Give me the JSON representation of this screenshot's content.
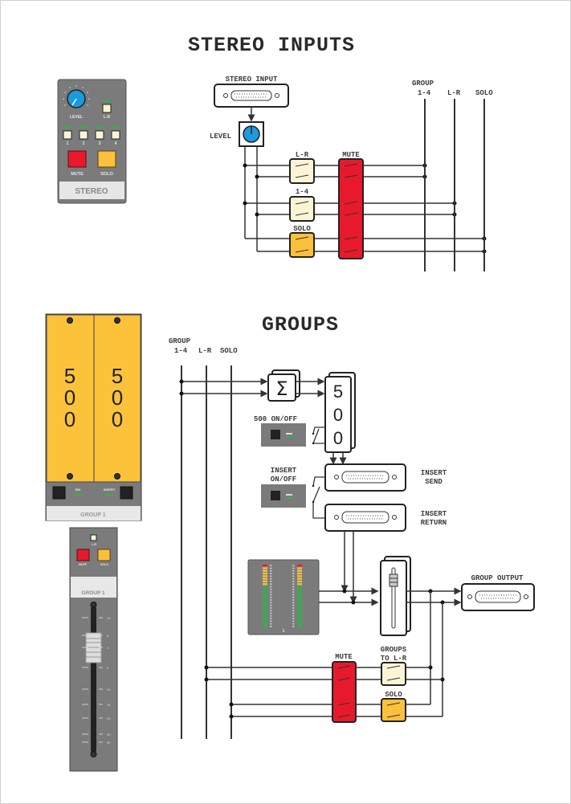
{
  "titles": {
    "stereo_inputs": "STEREO INPUTS",
    "groups": "GROUPS"
  },
  "stereo_panel": {
    "level_label": "LEVEL",
    "lr_label": "L-R",
    "group_buttons": [
      "1",
      "2",
      "3",
      "4"
    ],
    "mute_label": "MUTE",
    "solo_label": "SOLO",
    "name_strip": "STEREO"
  },
  "stereo_diagram": {
    "input_label": "STEREO INPUT",
    "level_label": "LEVEL",
    "lr_switch_label": "L-R",
    "group_switch_label": "1-4",
    "solo_switch_label": "SOLO",
    "mute_label": "MUTE",
    "bus_group_label": "GROUP",
    "bus_labels": [
      "1-4",
      "L-R",
      "SOLO"
    ]
  },
  "group_panel": {
    "module_text": [
      "5",
      "0",
      "0"
    ],
    "led_500_label": "500",
    "led_insert_label": "INSERT",
    "name_strip": "GROUP 1",
    "lr_label": "L-R",
    "mute_label": "MUTE",
    "solo_label": "SOLO",
    "fader_name_strip": "GROUP 1",
    "fader_scale": [
      "10",
      "5",
      "0",
      "5",
      "10",
      "15",
      "20",
      "30",
      "50"
    ],
    "meter_label": "1"
  },
  "groups_diagram": {
    "bus_group_label": "GROUP",
    "bus_labels": [
      "1-4",
      "L-R",
      "SOLO"
    ],
    "sum_symbol": "Σ",
    "module_text": [
      "5",
      "0",
      "0"
    ],
    "onoff_500_label": "500 ON/OFF",
    "insert_onoff_label": [
      "INSERT",
      "ON/OFF"
    ],
    "insert_send_label": [
      "INSERT",
      "SEND"
    ],
    "insert_return_label": [
      "INSERT",
      "RETURN"
    ],
    "group_output_label": "GROUP OUTPUT",
    "mute_label": "MUTE",
    "groups_to_lr_label": [
      "GROUPS",
      "TO L-R"
    ],
    "solo_label": "SOLO"
  },
  "colors": {
    "mute_red": "#e8192c",
    "solo_amber": "#fbc13d",
    "switch_cream": "#fbf5d6",
    "panel_gray": "#7b7b7b",
    "module_yellow": "#fcc23a",
    "knob_blue": "#1b9ae0",
    "led_green": "#2fb34a"
  }
}
